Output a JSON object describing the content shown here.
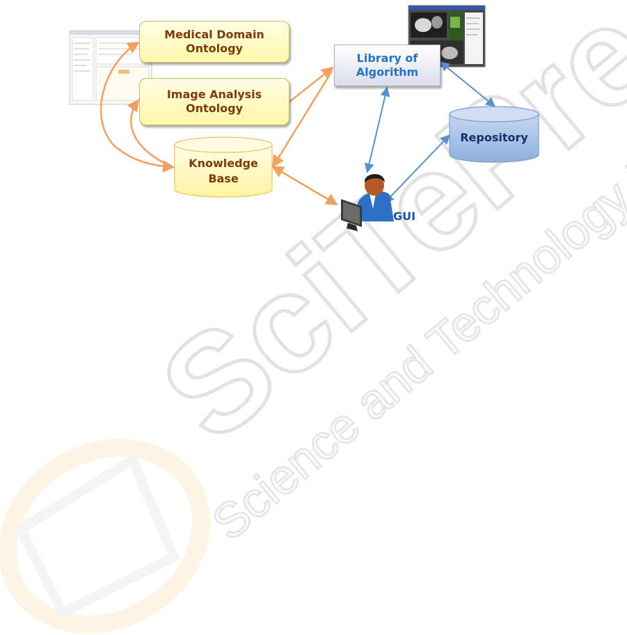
{
  "nodes": {
    "medical_domain_ontology": "Medical Domain\nOntology",
    "image_analysis_ontology": "Image Analysis\nOntology",
    "knowledge_base": "Knowledge\nBase",
    "library_of_algorithm": "Library of\nAlgorithm",
    "repository": "Repository",
    "gui": "GUI"
  },
  "watermark": {
    "main": "SciTePress",
    "sub": "Science and Technology Publications"
  },
  "colors": {
    "ontology_fill": "#fff7a8",
    "ontology_text": "#7a3b06",
    "library_text": "#2474c0",
    "repository_fill": "#a9c3e6",
    "repository_text": "#1a2d6b",
    "orange_arrow": "#f0a060",
    "blue_arrow": "#5b8fd0",
    "gui_text": "#1c4fa8"
  }
}
